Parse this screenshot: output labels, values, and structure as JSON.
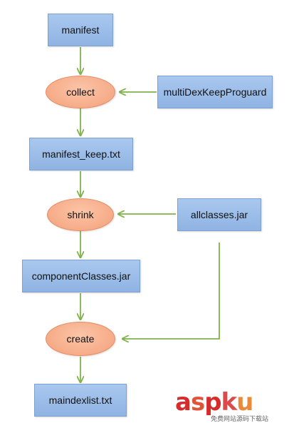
{
  "nodes": {
    "manifest": "manifest",
    "collect": "collect",
    "multidex_keep_proguard": "multiDexKeepProguard",
    "manifest_keep": "manifest_keep.txt",
    "shrink": "shrink",
    "allclasses": "allclasses.jar",
    "component_classes": "componentClasses.jar",
    "create": "create",
    "maindexlist": "maindexlist.txt"
  },
  "watermark": {
    "logo": "aspku",
    "subtitle": "免费网站源码下载站"
  },
  "colors": {
    "rect_fill": "#9dbde9",
    "rect_border": "#7f9fcd",
    "ellipse_fill": "#f7b08e",
    "ellipse_border": "#e58b63",
    "arrow": "#7fb24a"
  }
}
